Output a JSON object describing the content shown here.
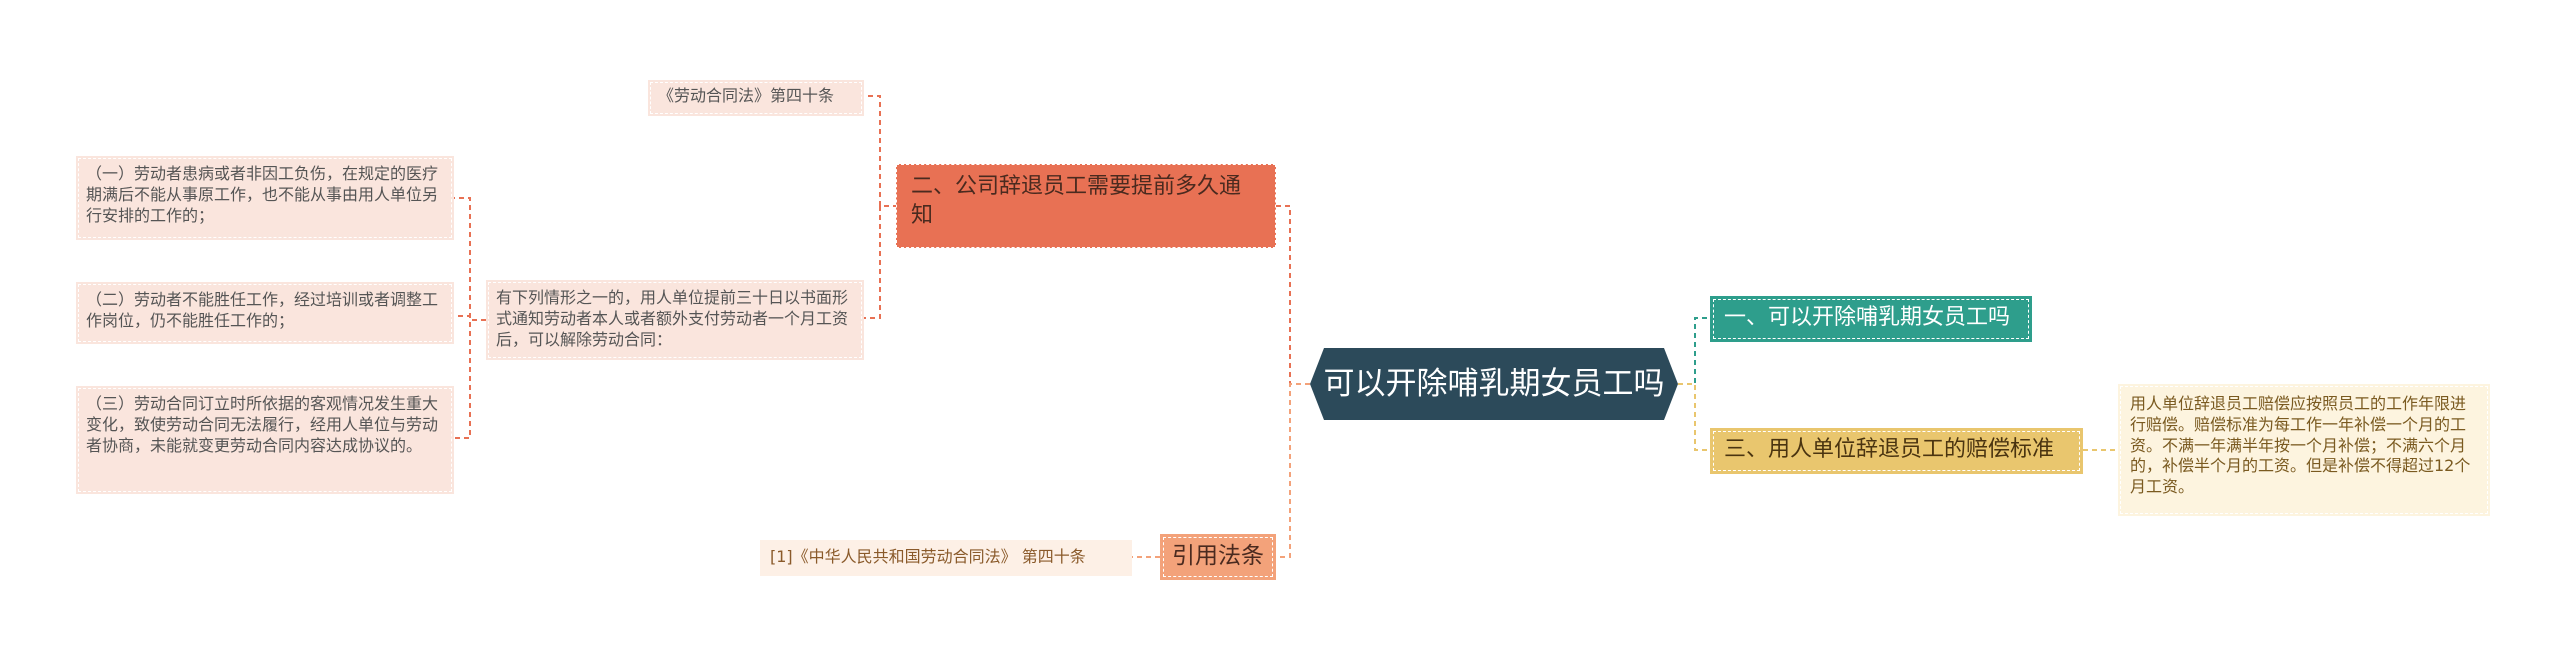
{
  "root": {
    "label": "可以开除哺乳期女员工吗"
  },
  "branches": {
    "notice": {
      "label": "二、公司辞退员工需要提前多久通知"
    },
    "law_ref": {
      "label": "引用法条"
    },
    "can_fire": {
      "label": "一、可以开除哺乳期女员工吗"
    },
    "compensation": {
      "label": "三、用人单位辞退员工的赔偿标准"
    }
  },
  "leaves": {
    "labor_law_40": "《劳动合同法》第四十条",
    "notice_desc": "有下列情形之一的，用人单位提前三十日以书面形式通知劳动者本人或者额外支付劳动者一个月工资后，可以解除劳动合同：",
    "case1": "（一）劳动者患病或者非因工负伤，在规定的医疗期满后不能从事原工作，也不能从事由用人单位另行安排的工作的；",
    "case2": "（二）劳动者不能胜任工作，经过培训或者调整工作岗位，仍不能胜任工作的；",
    "case3": "（三）劳动合同订立时所依据的客观情况发生重大变化，致使劳动合同无法履行，经用人单位与劳动者协商，未能就变更劳动合同内容达成协议的。",
    "law_citation": "[1]《中华人民共和国劳动合同法》 第四十条",
    "compensation_desc": "用人单位辞退员工赔偿应按照员工的工作年限进行赔偿。赔偿标准为每工作一年补偿一个月的工资。不满一年满半年按一个月补偿；不满六个月的，补偿半个月的工资。但是补偿不得超过12个月工资。"
  },
  "colors": {
    "root": "#2c4a5a",
    "notice": "#e87154",
    "law_ref": "#f3a27a",
    "can_fire": "#2e9e8c",
    "compensation": "#e9c66e",
    "leaf": "#fae5dd",
    "leaf_yellow": "#fdf4df"
  }
}
